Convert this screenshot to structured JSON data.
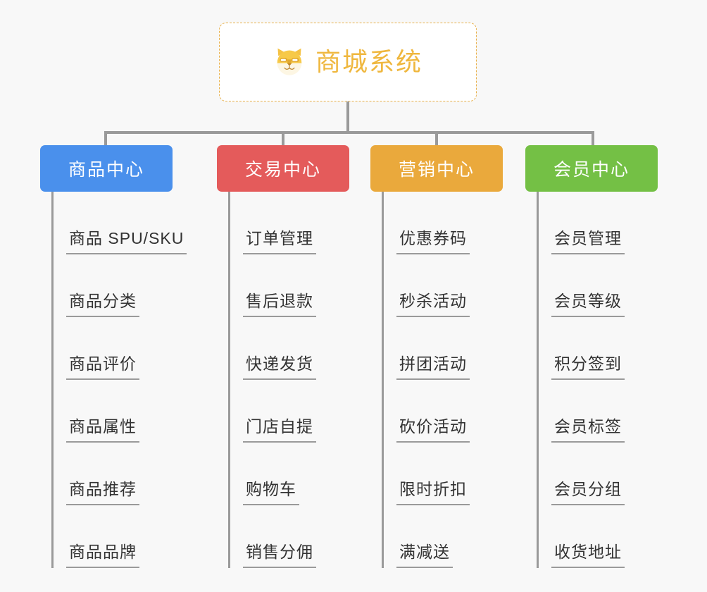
{
  "page": {
    "background_color": "#f8f8f8",
    "line_color": "#9a9a9a"
  },
  "root": {
    "title": "商城系统",
    "icon": "shiba-dog-face-icon",
    "text_color": "#efb73e",
    "border_color": "#e8b04b",
    "background_color": "#ffffff"
  },
  "columns": [
    {
      "header": "商品中心",
      "color": "#4a90ec",
      "items": [
        "商品 SPU/SKU",
        "商品分类",
        "商品评价",
        "商品属性",
        "商品推荐",
        "商品品牌"
      ]
    },
    {
      "header": "交易中心",
      "color": "#e45b5b",
      "items": [
        "订单管理",
        "售后退款",
        "快递发货",
        "门店自提",
        "购物车",
        "销售分佣"
      ]
    },
    {
      "header": "营销中心",
      "color": "#eaa93c",
      "items": [
        "优惠券码",
        "秒杀活动",
        "拼团活动",
        "砍价活动",
        "限时折扣",
        "满减送"
      ]
    },
    {
      "header": "会员中心",
      "color": "#74c045",
      "items": [
        "会员管理",
        "会员等级",
        "积分签到",
        "会员标签",
        "会员分组",
        "收货地址"
      ]
    }
  ]
}
